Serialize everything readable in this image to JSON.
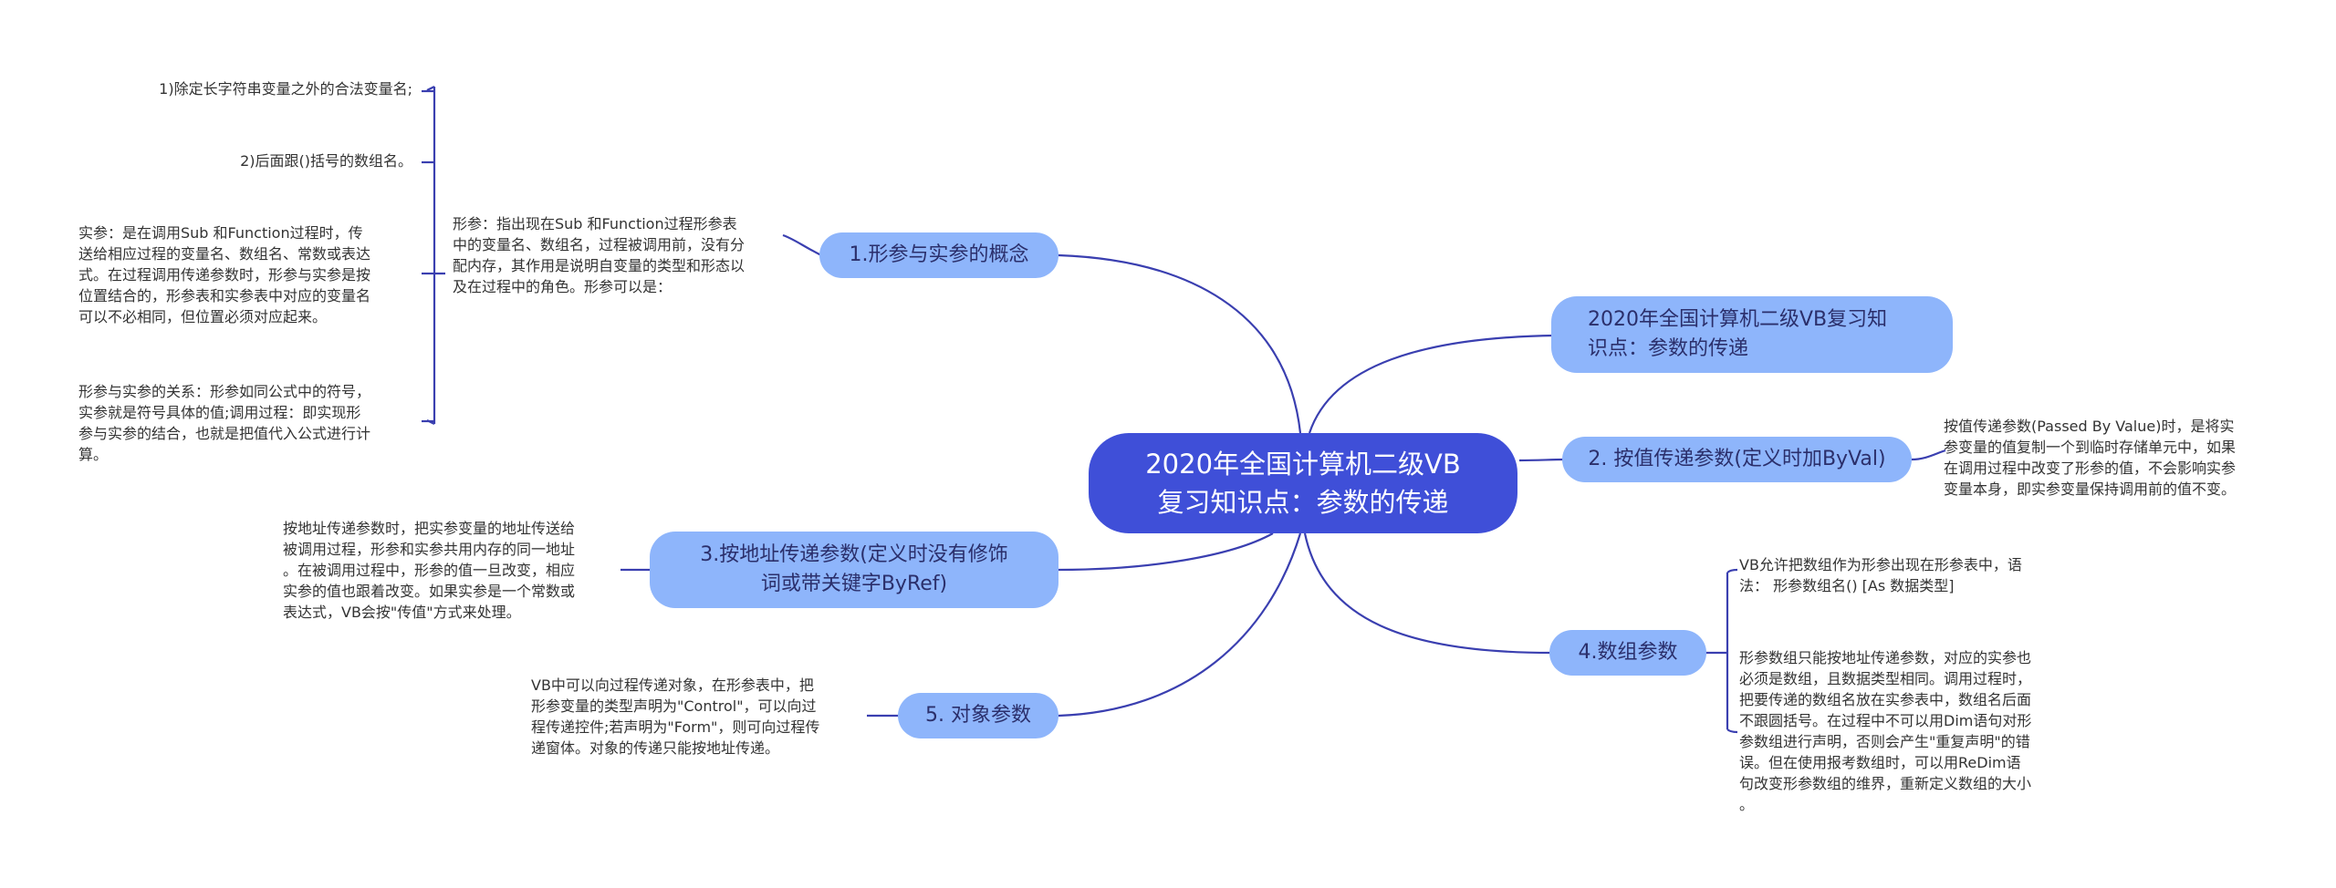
{
  "center": {
    "title": "2020年全国计算机二级VB\n复习知识点：参数的传递"
  },
  "branches": {
    "b1": "1.形参与实参的概念",
    "b2": "2. 按值传递参数(定义时加ByVal)",
    "b3": "3.按地址传递参数(定义时没有修饰\n词或带关键字ByRef)",
    "b4": "4.数组参数",
    "b5": "5. 对象参数",
    "b6": "2020年全国计算机二级VB复习知\n识点：参数的传递"
  },
  "details": {
    "b1_main": "形参：指出现在Sub 和Function过程形参表\n中的变量名、数组名，过程被调用前，没有分\n配内存，其作用是说明自变量的类型和形态以\n及在过程中的角色。形参可以是：",
    "b1_sub1": "1)除定长字符串变量之外的合法变量名;",
    "b1_sub2": "2)后面跟()括号的数组名。",
    "b1_sub3": "实参：是在调用Sub 和Function过程时，传\n送给相应过程的变量名、数组名、常数或表达\n式。在过程调用传递参数时，形参与实参是按\n位置结合的，形参表和实参表中对应的变量名\n可以不必相同，但位置必须对应起来。",
    "b1_sub4": "形参与实参的关系：形参如同公式中的符号，\n实参就是符号具体的值;调用过程：即实现形\n参与实参的结合，也就是把值代入公式进行计\n算。",
    "b2_detail": "按值传递参数(Passed By Value)时，是将实\n参变量的值复制一个到临时存储单元中，如果\n在调用过程中改变了形参的值，不会影响实参\n变量本身，即实参变量保持调用前的值不变。",
    "b3_detail": "按地址传递参数时，把实参变量的地址传送给\n被调用过程，形参和实参共用内存的同一地址\n。在被调用过程中，形参的值一旦改变，相应\n实参的值也跟着改变。如果实参是一个常数或\n表达式，VB会按\"传值\"方式来处理。",
    "b4_detail1": "VB允许把数组作为形参出现在形参表中，语\n法：  形参数组名() [As 数据类型]",
    "b4_detail2": "形参数组只能按地址传递参数，对应的实参也\n必须是数组，且数据类型相同。调用过程时，\n把要传递的数组名放在实参表中，数组名后面\n不跟圆括号。在过程中不可以用Dim语句对形\n参数组进行声明，否则会产生\"重复声明\"的错\n误。但在使用报考数组时，可以用ReDim语\n句改变形参数组的维界，重新定义数组的大小\n。",
    "b5_detail": "VB中可以向过程传递对象，在形参表中，把\n形参变量的类型声明为\"Control\"，可以向过\n程传递控件;若声明为\"Form\"，则可向过程传\n递窗体。对象的传递只能按地址传递。"
  },
  "colors": {
    "center_fill": "#3f4fd8",
    "branch_fill": "#8eb5fb",
    "line": "#3a3fb0"
  }
}
